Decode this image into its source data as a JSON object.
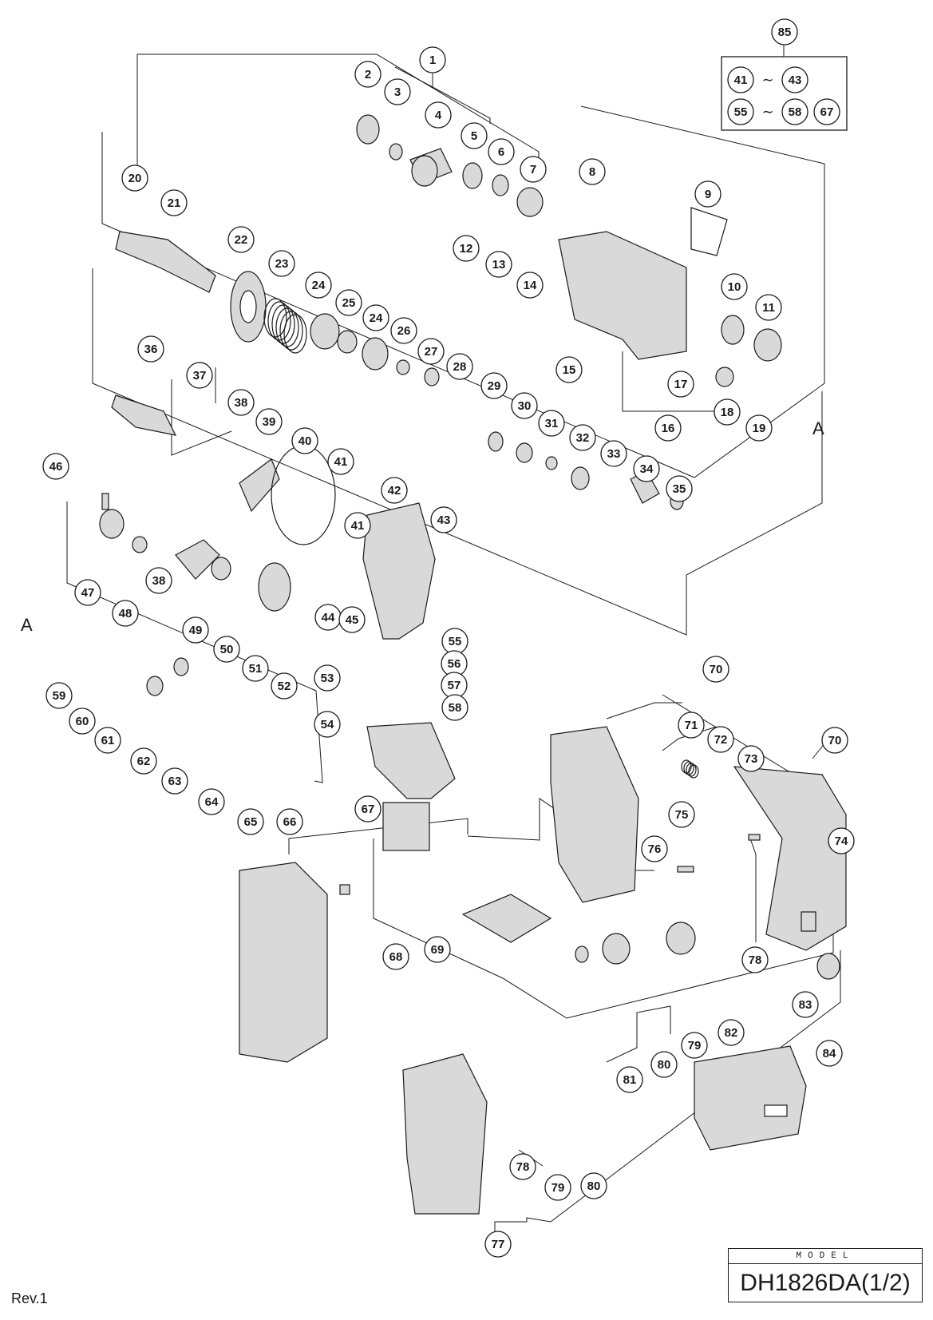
{
  "model_label": "MODEL",
  "model_number": "DH1826DA(1/2)",
  "revision": "Rev.1",
  "reference_letters": [
    "A",
    "A"
  ],
  "kit": {
    "number": "85",
    "rows": [
      {
        "parts": [
          "41",
          "43"
        ],
        "range": true
      },
      {
        "parts": [
          "55",
          "58",
          "67"
        ],
        "range": true
      }
    ],
    "range_symbol": "∼"
  },
  "callouts": [
    "1",
    "2",
    "3",
    "4",
    "5",
    "6",
    "7",
    "8",
    "9",
    "10",
    "11",
    "12",
    "13",
    "14",
    "15",
    "16",
    "17",
    "18",
    "19",
    "20",
    "21",
    "22",
    "23",
    "24",
    "24",
    "25",
    "26",
    "27",
    "28",
    "29",
    "30",
    "31",
    "32",
    "33",
    "34",
    "35",
    "36",
    "37",
    "38",
    "38",
    "39",
    "40",
    "41",
    "41",
    "42",
    "43",
    "44",
    "45",
    "46",
    "47",
    "48",
    "49",
    "50",
    "51",
    "52",
    "53",
    "54",
    "55",
    "56",
    "57",
    "58",
    "59",
    "60",
    "61",
    "62",
    "63",
    "64",
    "65",
    "66",
    "67",
    "68",
    "69",
    "70",
    "70",
    "71",
    "72",
    "73",
    "74",
    "75",
    "76",
    "77",
    "78",
    "78",
    "79",
    "79",
    "80",
    "80",
    "81",
    "82",
    "83",
    "84"
  ],
  "colors": {
    "line": "#1a1a1a",
    "part_fill": "#d9d9d9",
    "part_dark": "#555555",
    "background": "#ffffff"
  }
}
